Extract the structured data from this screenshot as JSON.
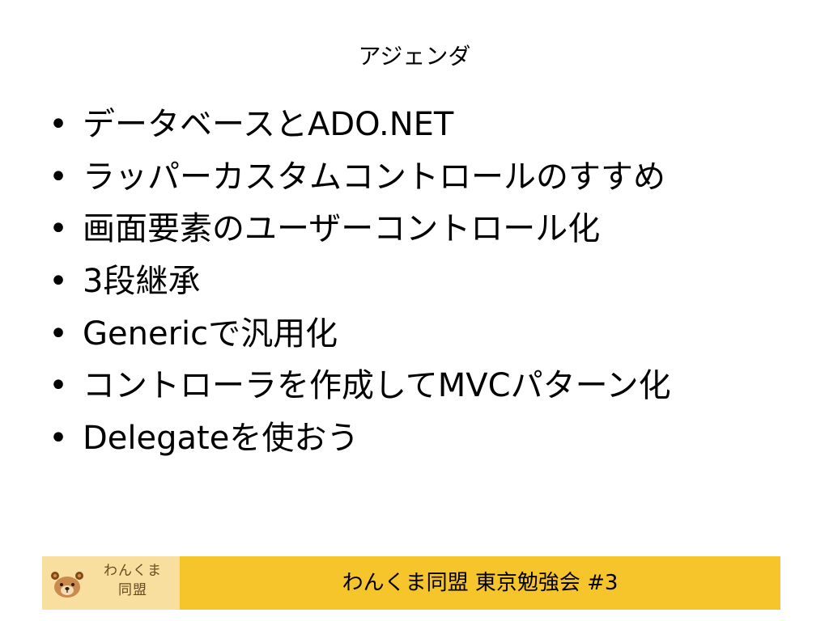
{
  "slide": {
    "title": "アジェンダ",
    "bullet_symbol": "•",
    "items": [
      "データベースとADO.NET",
      "ラッパーカスタムコントロールのすすめ",
      "画面要素のユーザーコントロール化",
      "3段継承",
      "Genericで汎用化",
      "コントローラを作成してMVCパターン化",
      "Delegateを使おう"
    ]
  },
  "footer": {
    "logo_line1": "わんくま",
    "logo_line2": "同盟",
    "logo_icon": "bear-icon",
    "text": "わんくま同盟 東京勉強会 #3",
    "bar_color": "#f5c52b",
    "logo_background": "#f8dfa0"
  }
}
